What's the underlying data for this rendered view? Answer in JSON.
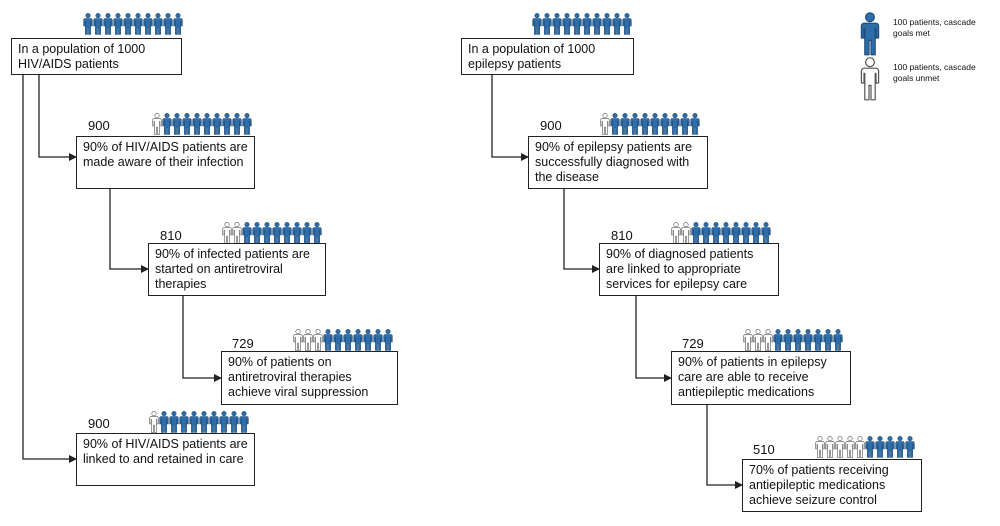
{
  "colors": {
    "met": "#2F6DA8",
    "met_dark": "#1D4C7A",
    "unmet": "#ffffff",
    "unmet_stroke": "#555555",
    "line": "#222222"
  },
  "legend": {
    "met": {
      "icon": "person-filled-icon",
      "text": "100 patients, cascade goals met"
    },
    "unmet": {
      "icon": "person-outline-icon",
      "text": "100 patients, cascade goals unmet"
    }
  },
  "hiv": {
    "root": {
      "text": "In a population of 1000 HIV/AIDS patients",
      "icons": {
        "met": 10,
        "unmet": 0
      }
    },
    "steps": [
      {
        "count": "900",
        "text": "90% of HIV/AIDS patients are made aware of their infection",
        "icons": {
          "met": 9,
          "unmet": 1
        }
      },
      {
        "count": "810",
        "text": "90% of infected patients are started on antiretroviral therapies",
        "icons": {
          "met": 8,
          "unmet": 2
        }
      },
      {
        "count": "729",
        "text": "90% of patients on antiretroviral therapies achieve viral suppression",
        "icons": {
          "met": 7,
          "unmet": 3
        }
      },
      {
        "count": "900",
        "text": "90% of HIV/AIDS patients are linked to and retained in care",
        "icons": {
          "met": 9,
          "unmet": 1
        }
      }
    ]
  },
  "epilepsy": {
    "root": {
      "text": "In a population of 1000 epilepsy patients",
      "icons": {
        "met": 10,
        "unmet": 0
      }
    },
    "steps": [
      {
        "count": "900",
        "text": "90% of epilepsy patients are successfully diagnosed with the disease",
        "icons": {
          "met": 9,
          "unmet": 1
        }
      },
      {
        "count": "810",
        "text": "90% of diagnosed patients are linked to appropriate services for epilepsy care",
        "icons": {
          "met": 8,
          "unmet": 2
        }
      },
      {
        "count": "729",
        "text": "90% of patients in epilepsy care are able to receive antiepileptic medications",
        "icons": {
          "met": 7,
          "unmet": 3
        }
      },
      {
        "count": "510",
        "text": "70% of patients receiving antiepileptic medications achieve seizure control",
        "icons": {
          "met": 5,
          "unmet": 5
        }
      }
    ]
  }
}
